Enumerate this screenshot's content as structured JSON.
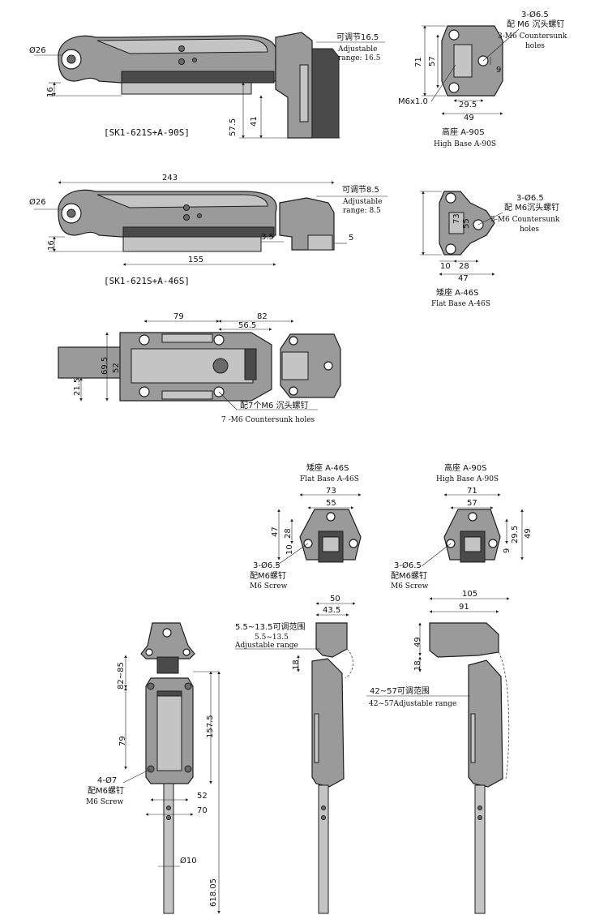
{
  "top_view": {
    "model_label": "[SK1-621S+A-90S]",
    "dims": [
      "Ø26",
      "16",
      "57.5",
      "41"
    ],
    "adjust_cn": "可调节16.5",
    "adjust_en_1": "Adjustable",
    "adjust_en_2": "range: 16.5"
  },
  "high_base_top": {
    "hole_cn": "3-Ø6.5",
    "hole_cn2": "配 M6 沉头螺钉",
    "hole_en_1": "3-M6 Countersunk",
    "hole_en_2": "holes",
    "dims": [
      "71",
      "57",
      "9",
      "29.5",
      "49",
      "M6x1.0"
    ],
    "title_cn": "高座 A-90S",
    "title_en": "High Base A-90S"
  },
  "middle_view": {
    "model_label": "[SK1-621S+A-46S]",
    "dims": [
      "243",
      "Ø26",
      "16",
      "155",
      "3.5",
      "5"
    ],
    "adjust_cn": "可调节8.5",
    "adjust_en_1": "Adjustable",
    "adjust_en_2": "range: 8.5"
  },
  "flat_base_top": {
    "hole_cn": "3-Ø6.5",
    "hole_cn2": "配 M6沉头螺钉",
    "hole_en_1": "3-M6 Countersunk",
    "hole_en_2": "holes",
    "dims": [
      "73",
      "55",
      "10",
      "28",
      "47"
    ],
    "title_cn": "矮座 A-46S",
    "title_en": "Flat Base A-46S"
  },
  "plan_view": {
    "dims": [
      "79",
      "82",
      "56.5",
      "69.5",
      "52",
      "21.5"
    ],
    "screw_cn": "配7个M6 沉头螺钉",
    "screw_en": "7 -M6 Countersunk holes"
  },
  "flat_base_small": {
    "title_cn": "矮座 A-46S",
    "title_en": "Flat Base A-46S",
    "dims": [
      "73",
      "55",
      "47",
      "28",
      "10"
    ],
    "hole_1": "3-Ø6.5",
    "hole_2": "配M6螺钉",
    "hole_3": "M6 Screw"
  },
  "high_base_small": {
    "title_cn": "高座 A-90S",
    "title_en": "High Base A-90S",
    "dims": [
      "71",
      "57",
      "29.5",
      "49",
      "9"
    ],
    "hole_1": "3-Ø6.5",
    "hole_2": "配M6螺钉",
    "hole_3": "M6 Screw"
  },
  "vertical_front": {
    "dims": [
      "82~85",
      "79",
      "157.5",
      "52",
      "70",
      "Ø10",
      "618.05"
    ],
    "hole_1": "4-Ø7",
    "hole_2": "配M6螺钉",
    "hole_3": "M6 Screw"
  },
  "side_flat": {
    "dims": [
      "50",
      "43.5",
      "18"
    ],
    "range_cn": "5.5~13.5可调范围",
    "range_1": "5.5~13.5",
    "range_2": "Adjustable range"
  },
  "side_high": {
    "dims": [
      "105",
      "91",
      "49",
      "18"
    ],
    "range_cn": "42~57可调范围",
    "range_en": "42~57Adjustable range"
  }
}
